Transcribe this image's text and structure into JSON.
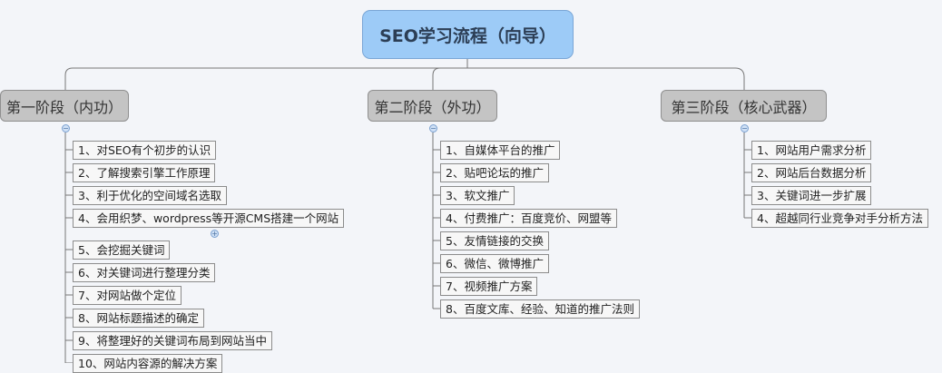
{
  "root": {
    "label": "SEO学习流程（向导）",
    "color": "#9dcbf7"
  },
  "branches": [
    {
      "label": "第一阶段（内功）",
      "children": [
        "1、对SEO有个初步的认识",
        "2、了解搜索引擎工作原理",
        "3、利于优化的空间域名选取",
        "4、会用织梦、wordpress等开源CMS搭建一个网站",
        "5、会挖掘关键词",
        "6、对关键词进行整理分类",
        "7、对网站做个定位",
        "8、网站标题描述的确定",
        "9、将整理好的关键词布局到网站当中",
        "10、网站内容源的解决方案"
      ],
      "expand_icon_after": 3
    },
    {
      "label": "第二阶段（外功）",
      "children": [
        "1、自媒体平台的推广",
        "2、贴吧论坛的推广",
        "3、软文推广",
        "4、付费推广：百度竞价、网盟等",
        "5、友情链接的交换",
        "6、微信、微博推广",
        "7、视频推广方案",
        "8、百度文库、经验、知道的推广法则"
      ]
    },
    {
      "label": "第三阶段（核心武器）",
      "children": [
        "1、网站用户需求分析",
        "2、网站后台数据分析",
        "3、关键词进一步扩展",
        "4、超越同行业竞争对手分析方法"
      ]
    }
  ]
}
